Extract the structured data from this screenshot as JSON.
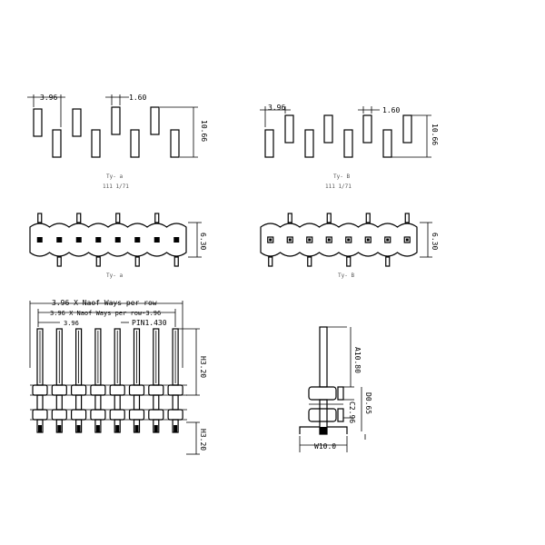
{
  "views": {
    "topA": {
      "pitch": "3.96",
      "pin": "1.60",
      "height": "10.66",
      "cap1": "Ty- a",
      "cap2": "111 1/71"
    },
    "topB": {
      "pitch": "3.96",
      "pin": "1.60",
      "height": "10.66",
      "cap1": "Ty- B",
      "cap2": "111 1/71"
    },
    "plateA": {
      "height": "6.30",
      "cap": "Ty- a"
    },
    "plateB": {
      "height": "6.30",
      "cap": "Ty- B"
    },
    "front": {
      "total": "3.96 X Naof Ways per row",
      "minus": "3.96 X Naof Ways per row-3.96",
      "pitch": "3.96",
      "pin": "PIN1.430",
      "upper": "H3.20",
      "lower": "H3.20"
    },
    "side": {
      "upper": "A10.80",
      "mid": "C2.96",
      "mid2": "D0.65",
      "width": "W10.0"
    }
  }
}
